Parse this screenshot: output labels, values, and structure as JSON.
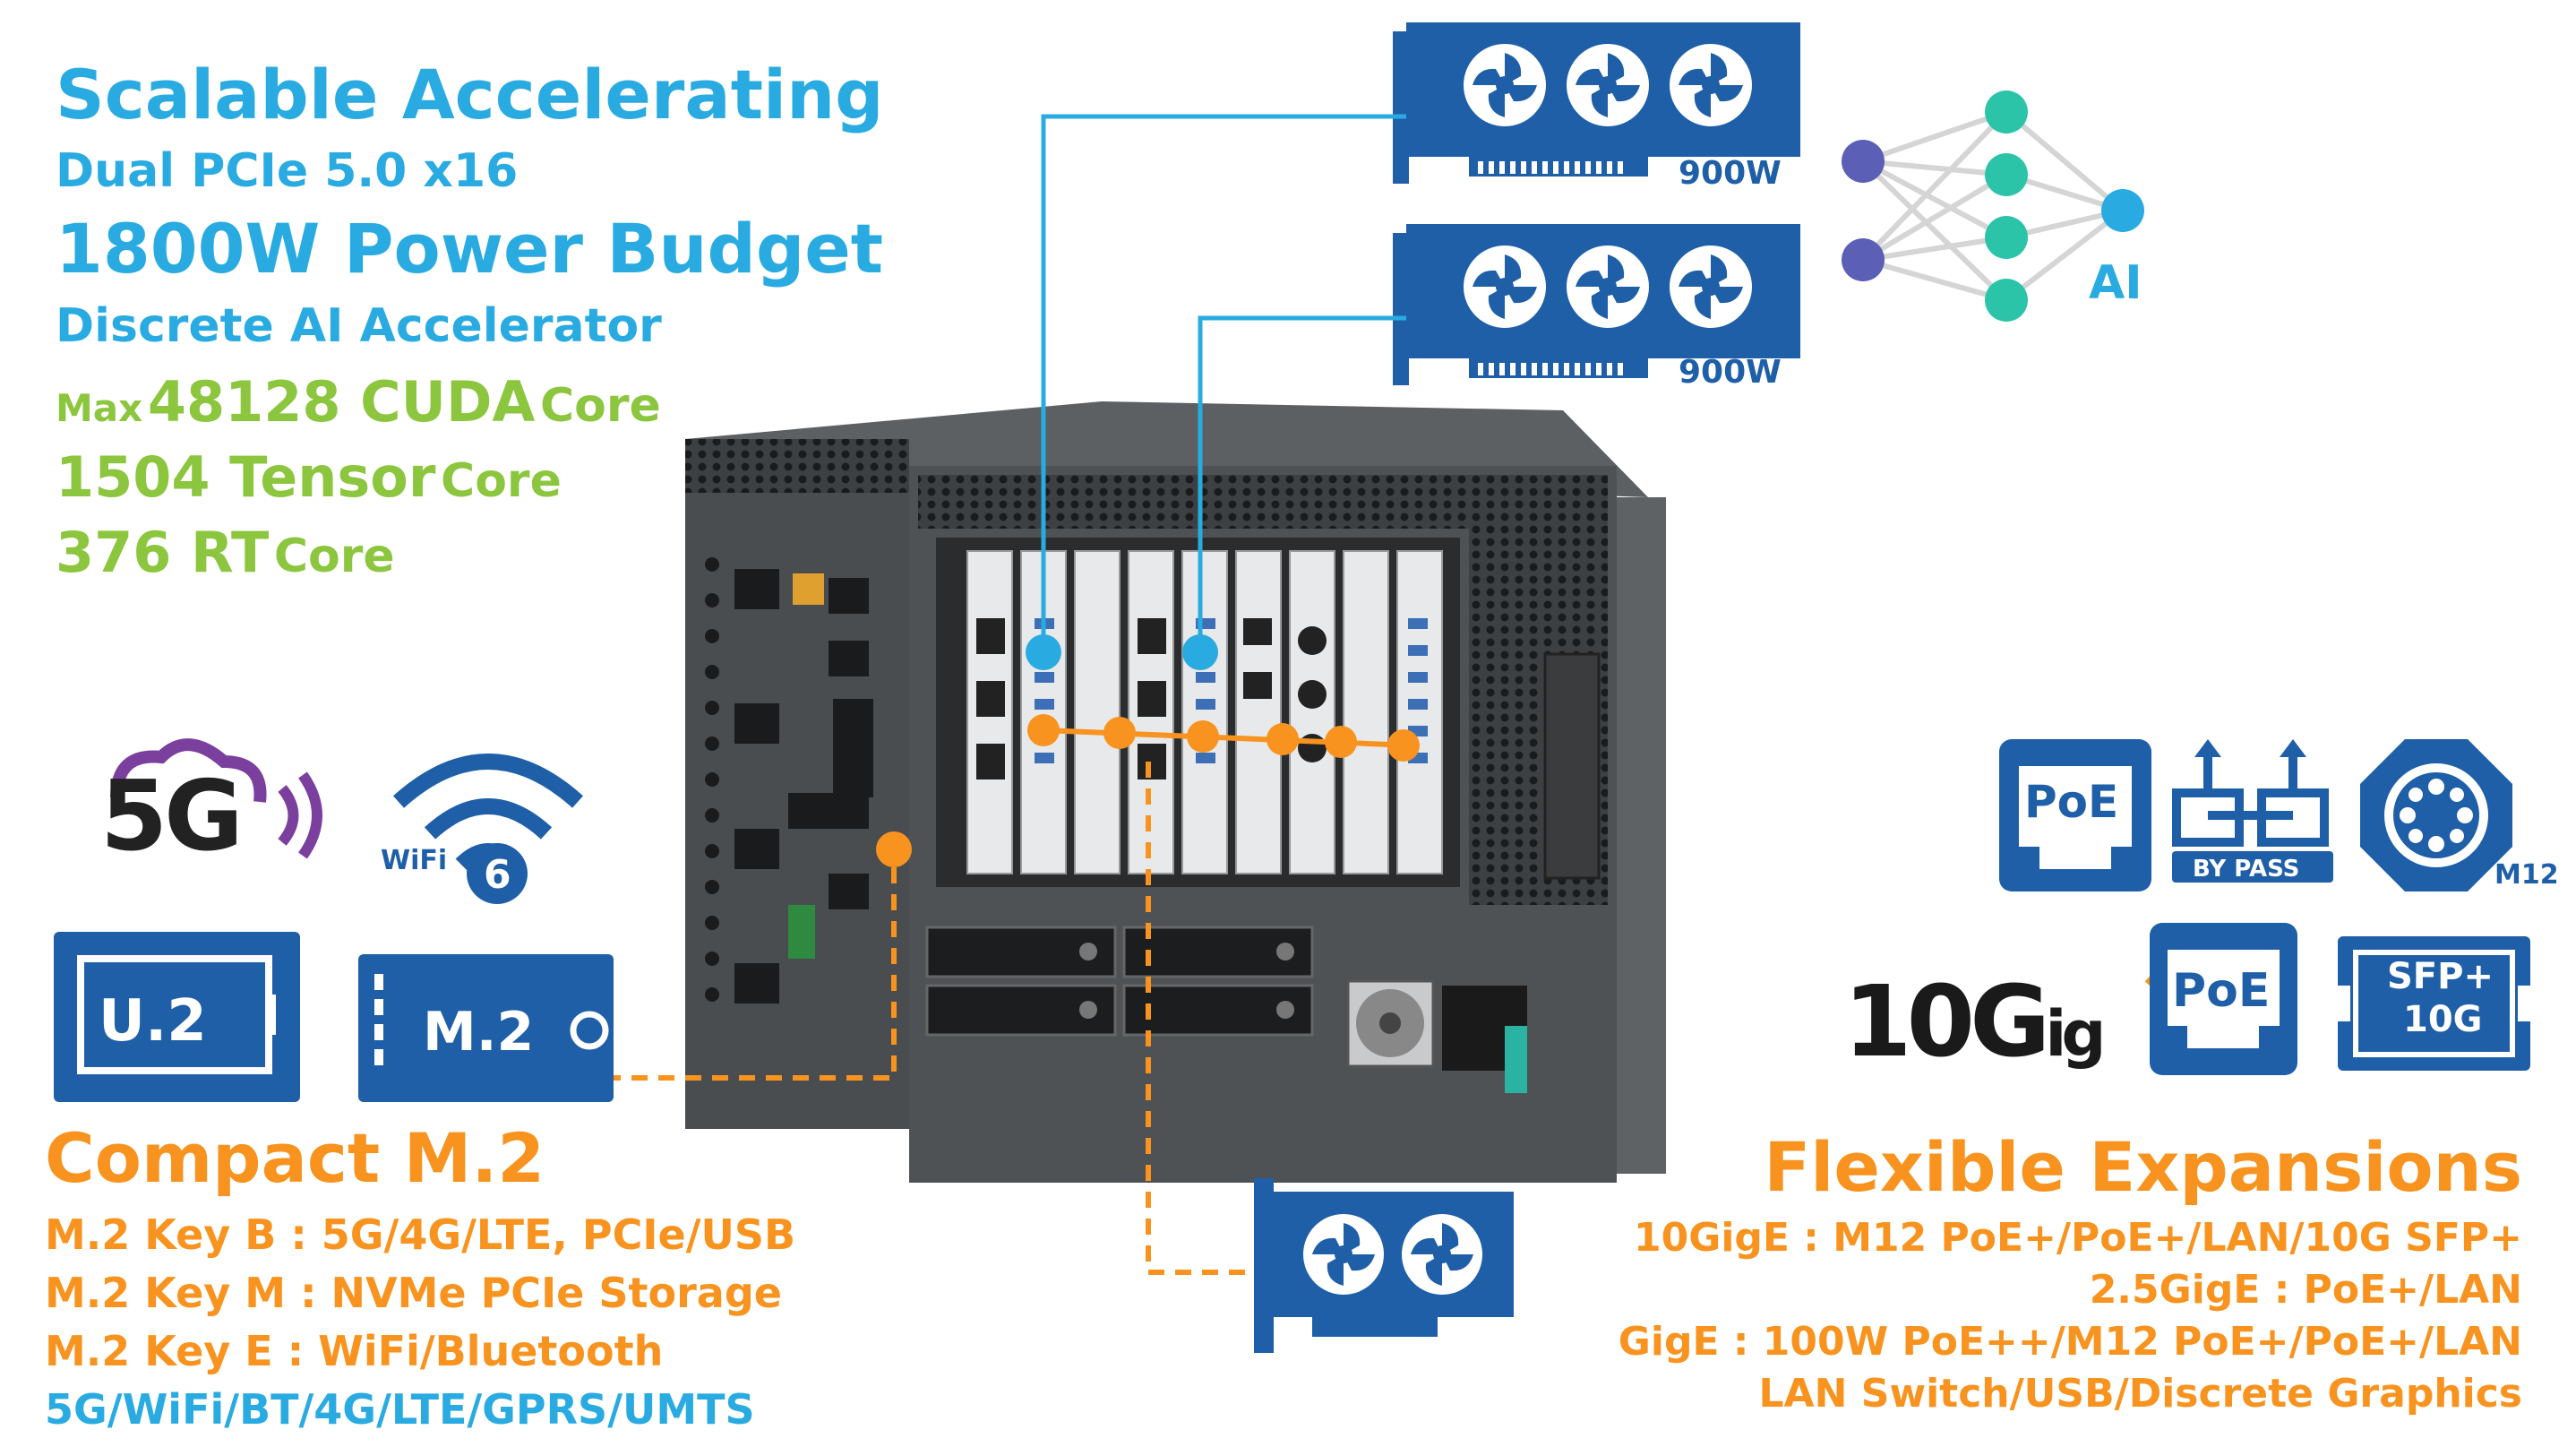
{
  "colors": {
    "blue": "#29abe2",
    "green": "#8cc63f",
    "orange": "#f7931e",
    "icon_blue": "#1e5fa8",
    "teal": "#2cc4a8",
    "purple": "#7b3f9e"
  },
  "headline": {
    "title": "Scalable Accelerating",
    "line1": "Dual PCIe 5.0 x16",
    "line2": "1800W Power Budget",
    "line3": "Discrete AI Accelerator",
    "cuda_prefix": "Max",
    "cuda_value": "48128 CUDA",
    "cuda_suffix": "Core",
    "tensor_value": "1504 Tensor",
    "tensor_suffix": "Core",
    "rt_value": "376 RT",
    "rt_suffix": "Core"
  },
  "gpu_cards": [
    {
      "label": "900W"
    },
    {
      "label": "900W"
    }
  ],
  "ai_label": "AI",
  "left_icons": {
    "g5": "5G",
    "wifi": "WiFi",
    "wifi_ver": "6",
    "u2": "U.2",
    "m2": "M.2"
  },
  "compact": {
    "title": "Compact M.2",
    "lines": [
      "M.2 Key B : 5G/4G/LTE, PCIe/USB",
      "M.2 Key M : NVMe PCIe Storage",
      "M.2 Key E : WiFi/Bluetooth"
    ],
    "protocols": "5G/WiFi/BT/4G/LTE/GPRS/UMTS"
  },
  "right_icons": {
    "poe_pp": "PoE",
    "poe_pp_sub": "++",
    "bypass": "BY PASS",
    "m12": "M12",
    "tengig_a": "10G",
    "tengig_b": "ig",
    "poe": "PoE",
    "sfp_a": "SFP+",
    "sfp_b": "10G"
  },
  "flexible": {
    "title": "Flexible Expansions",
    "lines": [
      "10GigE : M12 PoE+/PoE+/LAN/10G SFP+",
      "2.5GigE : PoE+/LAN",
      "GigE : 100W PoE++/M12 PoE+/PoE+/LAN",
      "LAN Switch/USB/Discrete Graphics"
    ]
  }
}
